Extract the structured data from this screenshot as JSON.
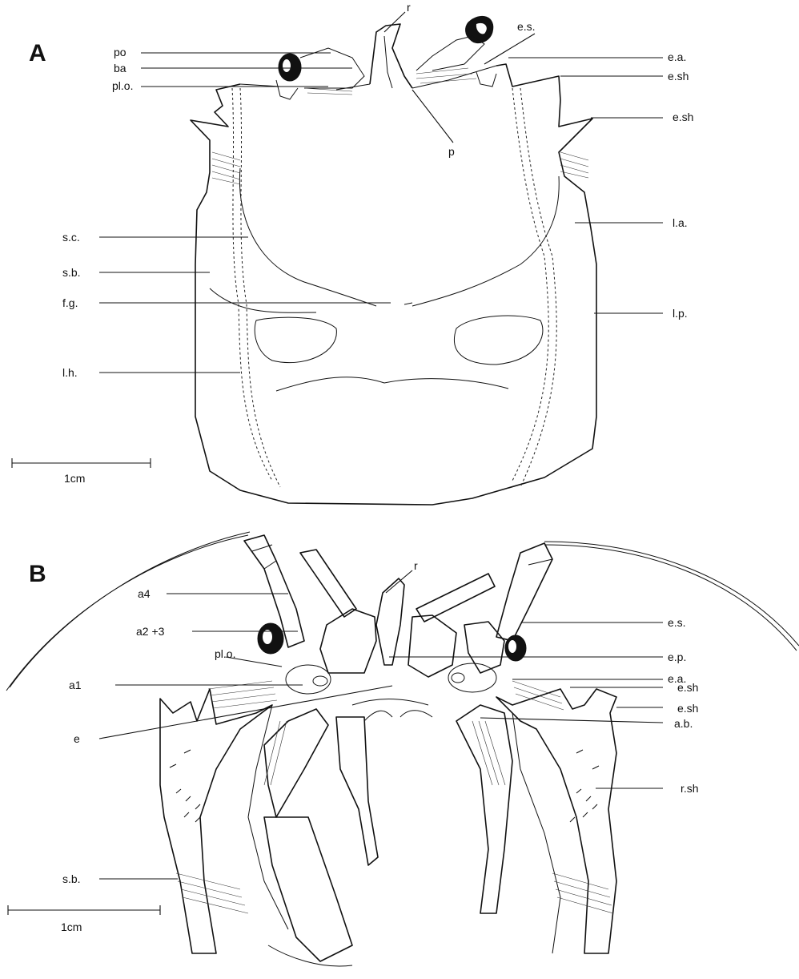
{
  "panelA": {
    "title": "A",
    "labels": {
      "r": "r",
      "po": "po",
      "ba": "ba",
      "plo": "pl.o.",
      "es": "e.s.",
      "ea": "e.a.",
      "esh1": "e.sh",
      "esh2": "e.sh",
      "p": "p",
      "sc": "s.c.",
      "sb": "s.b.",
      "fg": "f.g.",
      "lh": "l.h.",
      "la": "l.a.",
      "lp": "l.p."
    },
    "scale": "1cm"
  },
  "panelB": {
    "title": "B",
    "labels": {
      "r": "r",
      "a4": "a4",
      "a23": "a2 +3",
      "plo": "pl.o.",
      "a1": "a1",
      "e": "e",
      "es": "e.s.",
      "ep": "e.p.",
      "ea": "e.a.",
      "esh1": "e.sh",
      "esh2": "e.sh",
      "ab": "a.b.",
      "rsh": "r.sh",
      "sb": "s.b."
    },
    "scale": "1cm"
  },
  "colors": {
    "ink": "#111111",
    "paper": "#ffffff"
  }
}
